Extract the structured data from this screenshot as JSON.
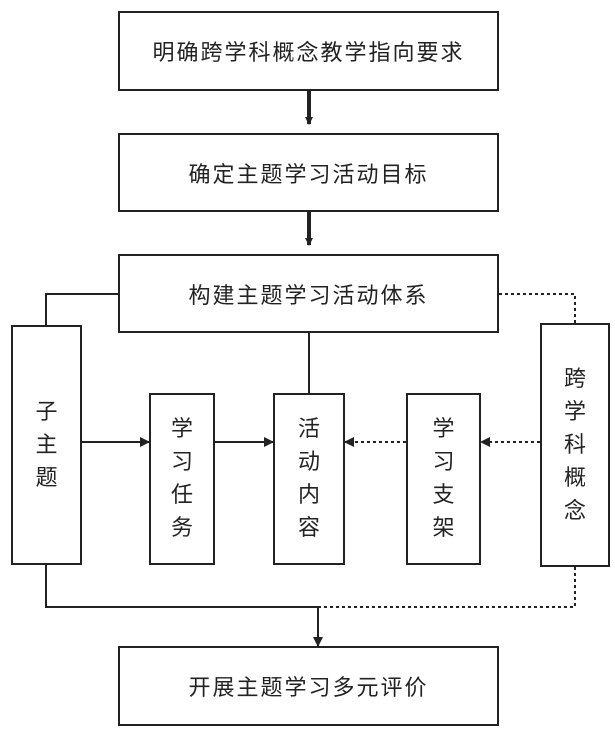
{
  "steps": {
    "step1": "明确跨学科概念教学指向要求",
    "step2": "确定主题学习活动目标",
    "step3": "构建主题学习活动体系",
    "step4": "开展主题学习多元评价"
  },
  "side_boxes": {
    "left": "子主题",
    "right": "跨学科概念"
  },
  "inner_boxes": {
    "learning_task": "学习任务",
    "activity_content": "活动内容",
    "learning_support": "学习支架"
  },
  "colors": {
    "stroke": "#222222",
    "background": "#ffffff"
  }
}
